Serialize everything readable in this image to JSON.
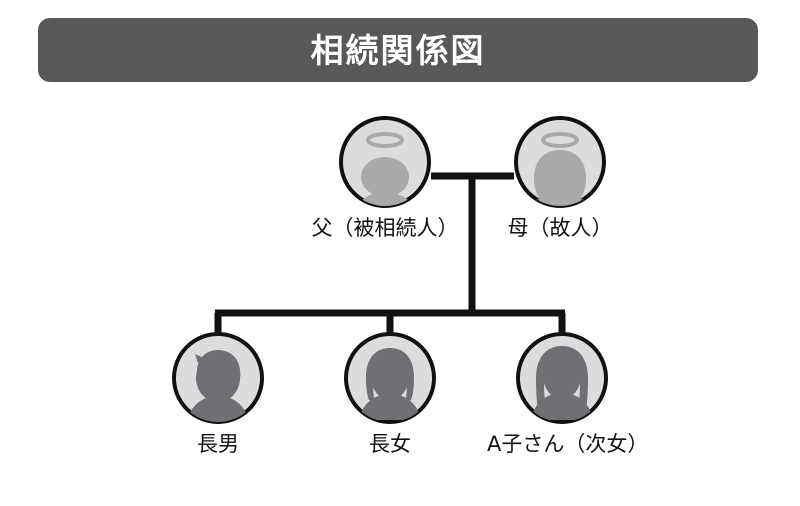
{
  "header": {
    "title": "相続関係図",
    "background_color": "#58585a",
    "text_color": "#ffffff"
  },
  "diagram": {
    "type": "family-tree",
    "line_color": "#111111",
    "avatar_face_color": "#dcdcdc",
    "avatar_silhouette_color_parents": "#a9a9a9",
    "avatar_silhouette_color_children": "#6e7073",
    "halo_color": "#a9a9a9",
    "parents": [
      {
        "id": "father",
        "label": "父（被相続人）",
        "name": "父",
        "note": "被相続人",
        "deceased": true,
        "halo": true,
        "avatar": "male-bald-avatar"
      },
      {
        "id": "mother",
        "label": "母（故人）",
        "name": "母",
        "note": "故人",
        "deceased": true,
        "halo": true,
        "avatar": "female-avatar"
      }
    ],
    "children": [
      {
        "id": "eldest-son",
        "label": "長男",
        "name": "長男",
        "note": "",
        "deceased": false,
        "halo": false,
        "avatar": "male-short-hair-avatar"
      },
      {
        "id": "eldest-daughter",
        "label": "長女",
        "name": "長女",
        "note": "",
        "deceased": false,
        "halo": false,
        "avatar": "female-bob-hair-avatar"
      },
      {
        "id": "second-daughter",
        "label": "A子さん（次女）",
        "name": "A子さん",
        "note": "次女",
        "deceased": false,
        "halo": false,
        "avatar": "female-long-hair-avatar"
      }
    ]
  }
}
